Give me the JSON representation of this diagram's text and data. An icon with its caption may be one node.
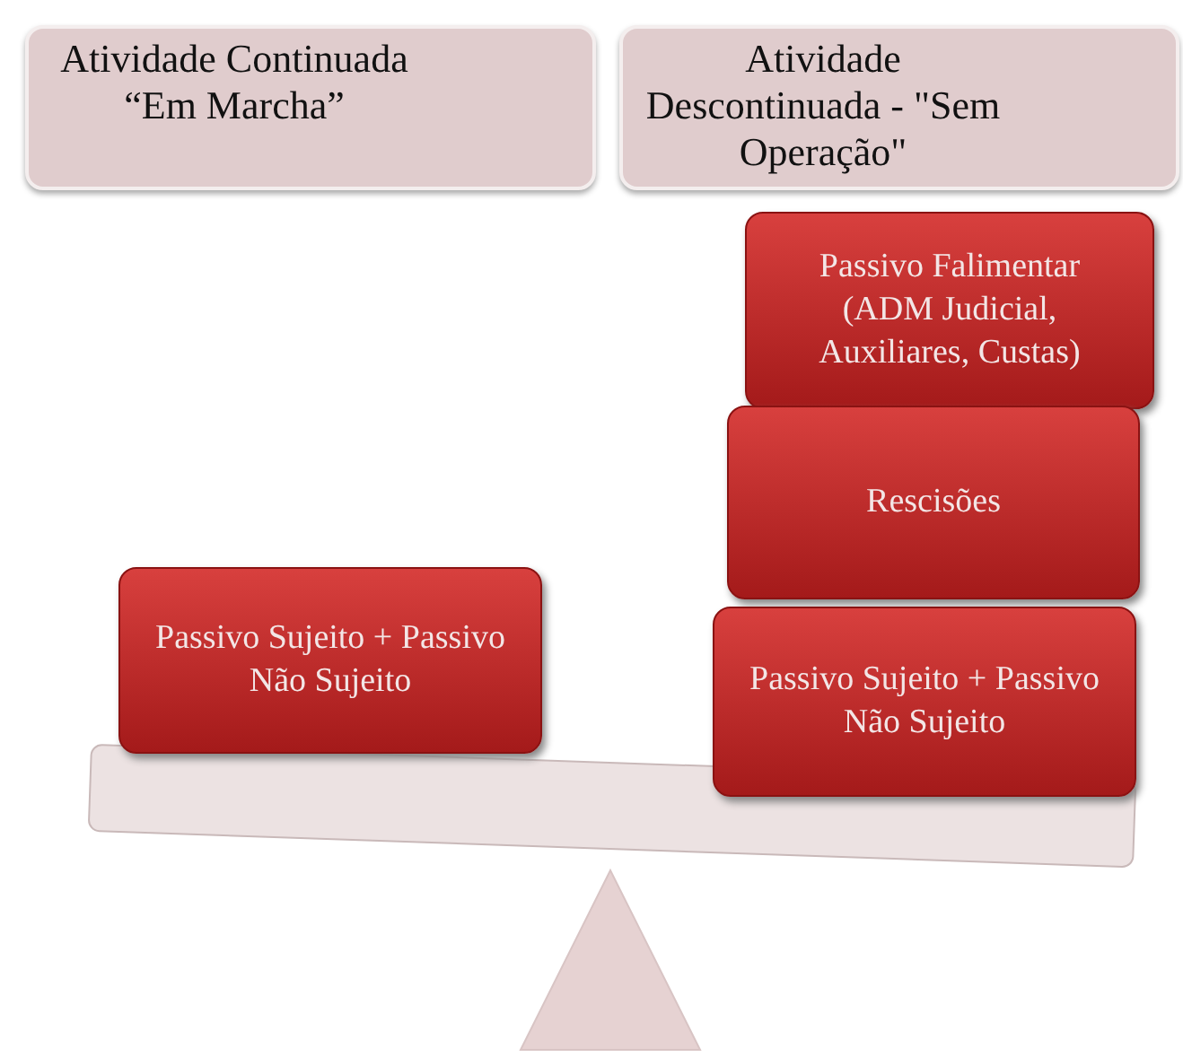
{
  "diagram": {
    "nodes": [
      {
        "text": [
          "Atividade Continuada “Em Marcha”"
        ]
      },
      {
        "text": [
          "Atividade Descontinuada - \"Sem Operação\""
        ]
      },
      {
        "text": [
          "Passivo Falimentar (ADM Judicial, Auxiliares, Custas)"
        ]
      },
      {
        "text": [
          "Rescisões"
        ]
      },
      {
        "text": [
          "Passivo Sujeito + Passivo Não Sujeito"
        ]
      },
      {
        "text": [
          "Passivo Sujeito + Passivo Não Sujeito"
        ]
      }
    ],
    "edges": []
  }
}
